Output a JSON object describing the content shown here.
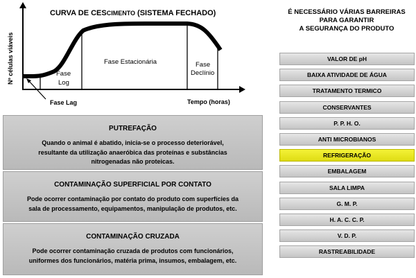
{
  "growth_curve": {
    "title_main": "CURVA DE CES",
    "title_small": "CIMENTO",
    "title_tail": "(SISTEMA FECHADO)",
    "y_axis_label": "Nº células viáveis",
    "x_axis_label": "Tempo (horas)",
    "phase_log": [
      "Fase",
      "Log"
    ],
    "phase_stationary": "Fase Estacionária",
    "phase_decline": [
      "Fase",
      "Declínio"
    ],
    "phase_lag": "Fase Lag"
  },
  "info_boxes": [
    {
      "title": "PUTREFAÇÃO",
      "lines": [
        "Quando o animal é abatido, inicia-se o processo deteriorável,",
        "resultante da utilização anaeróbica das proteínas e substâncias",
        "nitrogenadas não proteicas."
      ]
    },
    {
      "title": "CONTAMINAÇÃO SUPERFICIAL POR CONTATO",
      "lines": [
        "Pode ocorrer contaminação por contato do produto  com superfícies da",
        "sala de processamento,  equipamentos, manipulação de produtos, etc."
      ]
    },
    {
      "title": "CONTAMINAÇÃO CRUZADA",
      "lines": [
        "Pode ocorrer contaminação cruzada de produtos com funcionários,",
        "uniformes dos funcionários, matéria prima,  insumos, embalagem, etc."
      ]
    }
  ],
  "barriers_header": [
    "É NECESSÁRIO VÁRIAS BARREIRAS",
    "PARA GARANTIR",
    "A SEGURANÇA DO PRODUTO"
  ],
  "barriers": [
    {
      "label": "VALOR DE pH"
    },
    {
      "label": "BAIXA ATIVIDADE DE ÁGUA"
    },
    {
      "label": "TRATAMENTO  TERMICO"
    },
    {
      "label": "CONSERVANTES"
    },
    {
      "label": "P. P. H. O."
    },
    {
      "label": "ANTI MICROBIANOS"
    },
    {
      "label": "REFRIGERAÇÃO",
      "highlighted": true
    },
    {
      "label": "EMBALAGEM"
    },
    {
      "label": "SALA LIMPA"
    },
    {
      "label": "G. M. P."
    },
    {
      "label": "H. A. C. C. P."
    },
    {
      "label": "V. D. P."
    },
    {
      "label": "RASTREABILIDADE"
    }
  ],
  "colors": {
    "box_gray": "#c4c4c4",
    "bar_gray": "#d6d6d6",
    "highlight_yellow": "#ebe826"
  }
}
